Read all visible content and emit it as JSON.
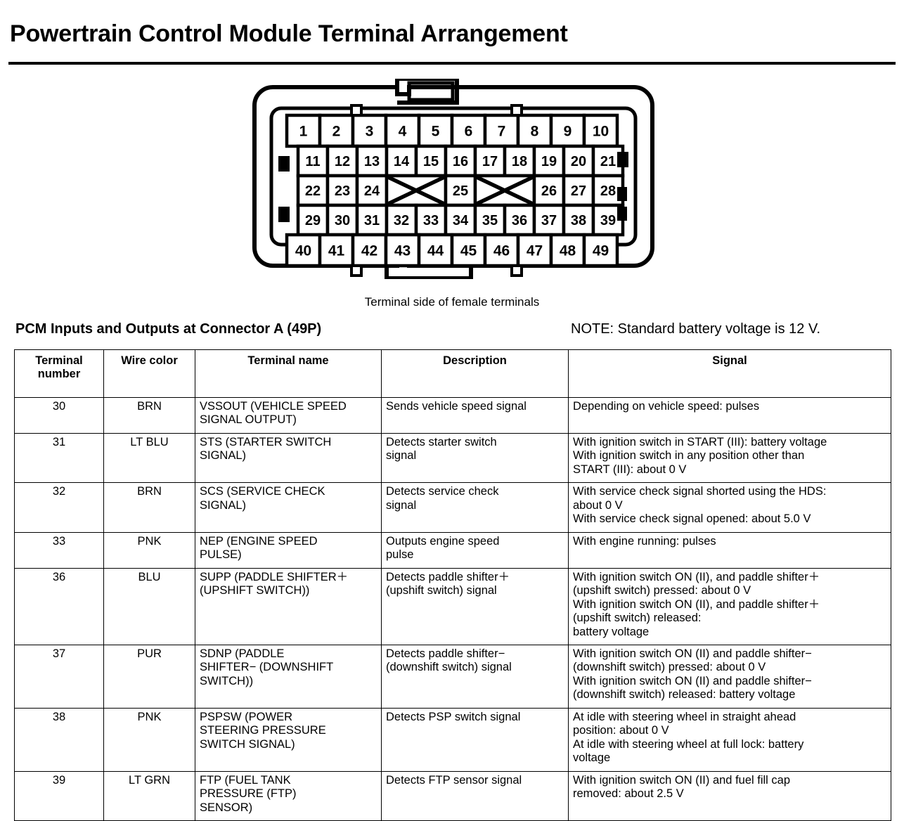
{
  "document": {
    "title": "Powertrain Control Module Terminal Arrangement",
    "diagram_caption": "Terminal side of female terminals",
    "section_heading": "PCM Inputs and Outputs at Connector A (49P)",
    "note": "NOTE: Standard battery voltage is 12 V."
  },
  "connector": {
    "name": "Connector A (49P)",
    "rows": [
      {
        "row": 1,
        "cells": [
          "1",
          "2",
          "3",
          "4",
          "5",
          "6",
          "7",
          "8",
          "9",
          "10"
        ]
      },
      {
        "row": 2,
        "cells": [
          "11",
          "12",
          "13",
          "14",
          "15",
          "16",
          "17",
          "18",
          "19",
          "20",
          "21"
        ]
      },
      {
        "row": 3,
        "cells": [
          "22",
          "23",
          "24",
          "X",
          "25",
          "X",
          "26",
          "27",
          "28"
        ]
      },
      {
        "row": 4,
        "cells": [
          "29",
          "30",
          "31",
          "32",
          "33",
          "34",
          "35",
          "36",
          "37",
          "38",
          "39"
        ]
      },
      {
        "row": 5,
        "cells": [
          "40",
          "41",
          "42",
          "43",
          "44",
          "45",
          "46",
          "47",
          "48",
          "49"
        ]
      }
    ],
    "blank_marker": "X"
  },
  "table": {
    "headers": {
      "terminal_number": "Terminal\nnumber",
      "wire_color": "Wire color",
      "terminal_name": "Terminal name",
      "description": "Description",
      "signal": "Signal"
    },
    "rows": [
      {
        "terminal": "30",
        "wire": "BRN",
        "name": "VSSOUT (VEHICLE SPEED\nSIGNAL OUTPUT)",
        "description": "Sends vehicle speed signal",
        "signal": "Depending on vehicle speed: pulses"
      },
      {
        "terminal": "31",
        "wire": "LT BLU",
        "name": "STS (STARTER SWITCH\nSIGNAL)",
        "description": "Detects starter switch\nsignal",
        "signal": "With ignition switch in START (III): battery voltage\nWith ignition switch in any position other than\nSTART (III): about 0 V"
      },
      {
        "terminal": "32",
        "wire": "BRN",
        "name": "SCS (SERVICE CHECK\nSIGNAL)",
        "description": "Detects service check\nsignal",
        "signal": "With service check signal shorted using the HDS:\nabout 0 V\nWith service check signal opened: about 5.0 V"
      },
      {
        "terminal": "33",
        "wire": "PNK",
        "name": "NEP (ENGINE SPEED\nPULSE)",
        "description": "Outputs engine speed\npulse",
        "signal": "With engine running: pulses"
      },
      {
        "terminal": "36",
        "wire": "BLU",
        "name": "SUPP (PADDLE SHIFTER＋\n(UPSHIFT SWITCH))",
        "description": "Detects paddle shifter＋\n(upshift switch) signal",
        "signal": "With ignition switch ON (II), and paddle shifter＋\n(upshift switch) pressed: about 0 V\nWith ignition switch ON (II), and paddle shifter＋\n(upshift switch) released:\nbattery voltage"
      },
      {
        "terminal": "37",
        "wire": "PUR",
        "name": "SDNP (PADDLE\nSHIFTER− (DOWNSHIFT\nSWITCH))",
        "description": "Detects paddle shifter−\n(downshift switch) signal",
        "signal": "With ignition switch ON (II) and paddle shifter−\n(downshift switch) pressed: about 0 V\nWith ignition switch ON (II) and paddle shifter−\n(downshift switch) released: battery voltage"
      },
      {
        "terminal": "38",
        "wire": "PNK",
        "name": "PSPSW (POWER\nSTEERING PRESSURE\nSWITCH SIGNAL)",
        "description": "Detects PSP switch signal",
        "signal": "At idle with steering wheel in straight ahead\nposition: about 0 V\nAt idle with steering wheel at full lock: battery\nvoltage"
      },
      {
        "terminal": "39",
        "wire": "LT GRN",
        "name": "FTP (FUEL TANK\nPRESSURE (FTP)\nSENSOR)",
        "description": "Detects FTP sensor signal",
        "signal": "With ignition switch ON (II) and fuel fill cap\nremoved: about 2.5 V"
      }
    ]
  },
  "colors": {
    "ink": "#000000",
    "paper": "#ffffff"
  }
}
